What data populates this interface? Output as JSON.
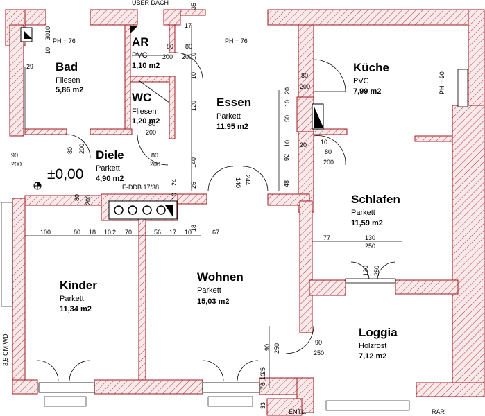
{
  "rooms": [
    {
      "name": "Bad",
      "material": "Fliesen",
      "area": "5,86 m2"
    },
    {
      "name": "AR",
      "material": "PVC",
      "area": "1,10 m2"
    },
    {
      "name": "WC",
      "material": "Fliesen",
      "area": "1,20 m2"
    },
    {
      "name": "Essen",
      "material": "Parkett",
      "area": "11,95 m2"
    },
    {
      "name": "Küche",
      "material": "PVC",
      "area": "7,99 m2"
    },
    {
      "name": "Diele",
      "material": "Parkett",
      "area": "4,90 m2"
    },
    {
      "name": "Schlafen",
      "material": "Parkett",
      "area": "11,59 m2"
    },
    {
      "name": "Kinder",
      "material": "Parkett",
      "area": "11,34 m2"
    },
    {
      "name": "Wohnen",
      "material": "Parkett",
      "area": "15,03 m2"
    },
    {
      "name": "Loggia",
      "material": "Holzrost",
      "area": "7,12 m2"
    }
  ],
  "labels": {
    "uber_dach": "ÜBER DACH",
    "ph_bad": "PH = 76",
    "ph_essen": "PH = 76",
    "ph_kueche": "PH = 90",
    "level": "±0,00",
    "e_ddb": "E-DDB 17/38",
    "wd": "3,5 CM WD",
    "entl": "ENTL.",
    "rar": "RAR"
  },
  "dims": {
    "d_10a": "10",
    "d_30": "30",
    "d_29": "29",
    "d_10b": "10",
    "d_17": "17",
    "d_80_ar": "80",
    "d_200_ar": "200",
    "d_35": "35",
    "d_80_ess": "80",
    "d_200_ess": "200",
    "d_10_ess": "10",
    "d_120": "120",
    "d_10_ess2": "10",
    "d_80_k": "80",
    "d_200_k": "200",
    "d_20": "20",
    "d_10_k1": "10",
    "d_50": "50",
    "d_10_k2": "10",
    "d_20b": "20",
    "d_10_k3": "10",
    "d_80_wc": "80",
    "d_200_wc": "200",
    "d_90": "90",
    "d_200_w": "200",
    "d_80_d1": "80",
    "d_200_d1": "200",
    "d_80_d2": "80",
    "d_200_d2": "200",
    "d_80_d3": "80",
    "d_200_d3": "200",
    "d_92": "92",
    "d_80_kd": "80",
    "d_200_kd": "200",
    "d_140": "140",
    "d_25": "25",
    "d_140b": "140",
    "d_244": "244",
    "d_48": "48",
    "d_24": "24",
    "d_10_e": "10",
    "d_18": "18",
    "d_2": "2",
    "d_100": "100",
    "d_80_b": "80",
    "d_18b": "18",
    "d_10_b": "10",
    "d_70": "70",
    "d_56": "56",
    "d_17b": "17",
    "d_10_b2": "10",
    "d_67": "67",
    "d_77": "77",
    "d_130": "130",
    "d_250": "250",
    "d_130b": "130",
    "d_250b": "250",
    "d_90_l": "90",
    "d_250_l": "250",
    "d_90_l2": "90",
    "d_250_l2": "250",
    "d_25b": "25",
    "d_76": "76",
    "d_33": "33",
    "d_10_c": "10"
  },
  "colors": {
    "wall_stroke": "#a01820",
    "wall_hatch": "#c0303a"
  }
}
